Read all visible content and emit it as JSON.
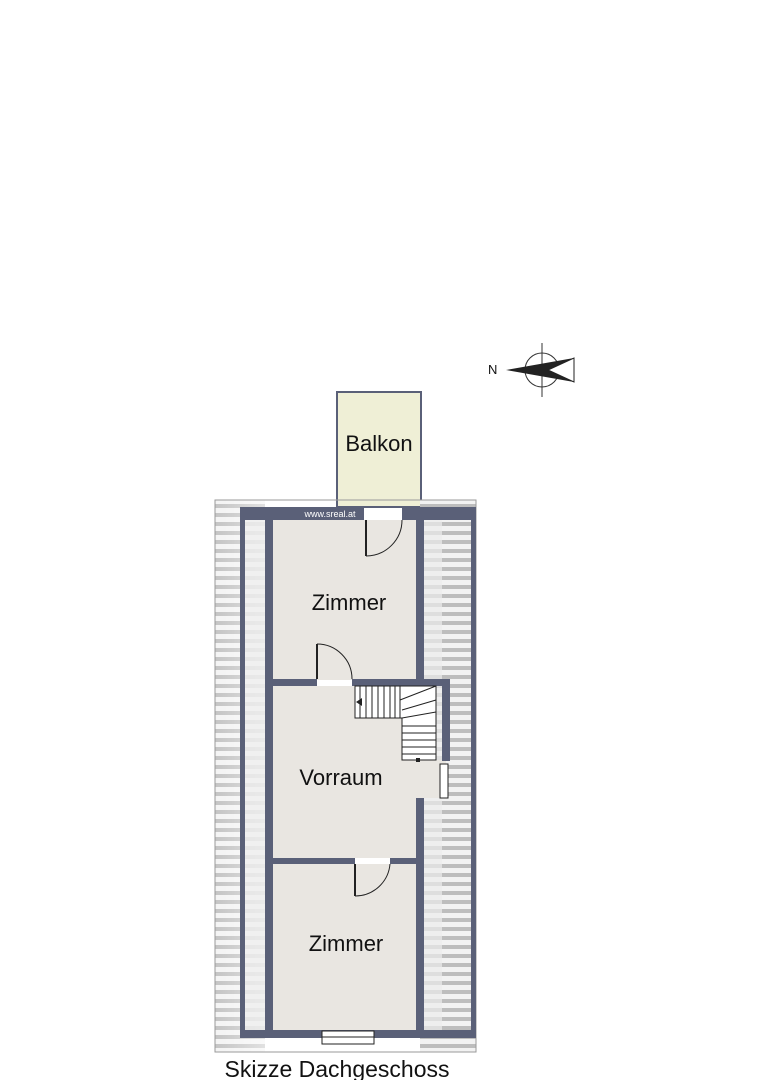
{
  "compass": {
    "north_label": "N",
    "icon": "compass-rose-icon"
  },
  "rooms": {
    "balcony": "Balkon",
    "room_top": "Zimmer",
    "hallway": "Vorraum",
    "room_bottom": "Zimmer"
  },
  "watermark": "www.sreal.at",
  "caption": "Skizze Dachgeschoss",
  "colors": {
    "wall": "#5a6078",
    "floor": "#e9e6e1",
    "balcony": "#efefd6",
    "roof_slope": "#d8d8d8"
  }
}
